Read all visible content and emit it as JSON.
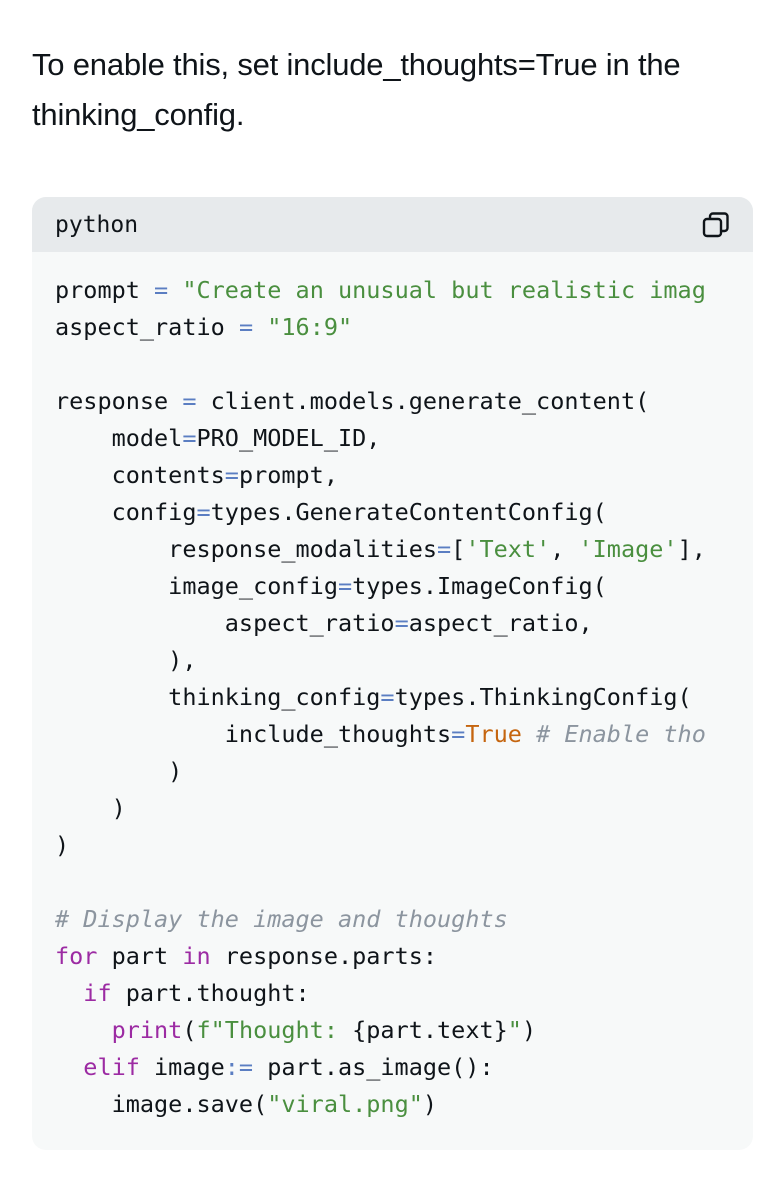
{
  "intro": {
    "line1": "To enable this, set include_thoughts=True in the",
    "line2": "thinking_config."
  },
  "code_block": {
    "language": "python",
    "copy_icon": "copy-icon",
    "colors": {
      "operator": "#5b7ec2",
      "string": "#4a8f3f",
      "keyword": "#9c2ba3",
      "boolean": "#c5650f",
      "comment": "#8c959f",
      "header_bg": "#e7eaec",
      "body_bg": "#f7f9f9"
    },
    "lines": [
      [
        {
          "t": "prompt ",
          "c": "plain"
        },
        {
          "t": "=",
          "c": "op"
        },
        {
          "t": " ",
          "c": "plain"
        },
        {
          "t": "\"Create an unusual but realistic imag",
          "c": "str"
        }
      ],
      [
        {
          "t": "aspect_ratio ",
          "c": "plain"
        },
        {
          "t": "=",
          "c": "op"
        },
        {
          "t": " ",
          "c": "plain"
        },
        {
          "t": "\"16:9\"",
          "c": "str"
        }
      ],
      [],
      [
        {
          "t": "response ",
          "c": "plain"
        },
        {
          "t": "=",
          "c": "op"
        },
        {
          "t": " client.models.generate_content(",
          "c": "plain"
        }
      ],
      [
        {
          "t": "    model",
          "c": "plain"
        },
        {
          "t": "=",
          "c": "op"
        },
        {
          "t": "PRO_MODEL_ID,",
          "c": "plain"
        }
      ],
      [
        {
          "t": "    contents",
          "c": "plain"
        },
        {
          "t": "=",
          "c": "op"
        },
        {
          "t": "prompt,",
          "c": "plain"
        }
      ],
      [
        {
          "t": "    config",
          "c": "plain"
        },
        {
          "t": "=",
          "c": "op"
        },
        {
          "t": "types.GenerateContentConfig(",
          "c": "plain"
        }
      ],
      [
        {
          "t": "        response_modalities",
          "c": "plain"
        },
        {
          "t": "=",
          "c": "op"
        },
        {
          "t": "[",
          "c": "plain"
        },
        {
          "t": "'Text'",
          "c": "str"
        },
        {
          "t": ", ",
          "c": "plain"
        },
        {
          "t": "'Image'",
          "c": "str"
        },
        {
          "t": "],",
          "c": "plain"
        }
      ],
      [
        {
          "t": "        image_config",
          "c": "plain"
        },
        {
          "t": "=",
          "c": "op"
        },
        {
          "t": "types.ImageConfig(",
          "c": "plain"
        }
      ],
      [
        {
          "t": "            aspect_ratio",
          "c": "plain"
        },
        {
          "t": "=",
          "c": "op"
        },
        {
          "t": "aspect_ratio,",
          "c": "plain"
        }
      ],
      [
        {
          "t": "        ),",
          "c": "plain"
        }
      ],
      [
        {
          "t": "        thinking_config",
          "c": "plain"
        },
        {
          "t": "=",
          "c": "op"
        },
        {
          "t": "types.ThinkingConfig(",
          "c": "plain"
        }
      ],
      [
        {
          "t": "            include_thoughts",
          "c": "plain"
        },
        {
          "t": "=",
          "c": "op"
        },
        {
          "t": "True",
          "c": "true"
        },
        {
          "t": " ",
          "c": "plain"
        },
        {
          "t": "# Enable tho",
          "c": "cmt"
        }
      ],
      [
        {
          "t": "        )",
          "c": "plain"
        }
      ],
      [
        {
          "t": "    )",
          "c": "plain"
        }
      ],
      [
        {
          "t": ")",
          "c": "plain"
        }
      ],
      [],
      [
        {
          "t": "# Display the image and thoughts",
          "c": "cmt"
        }
      ],
      [
        {
          "t": "for",
          "c": "kw"
        },
        {
          "t": " part ",
          "c": "plain"
        },
        {
          "t": "in",
          "c": "kw"
        },
        {
          "t": " response.parts:",
          "c": "plain"
        }
      ],
      [
        {
          "t": "  ",
          "c": "plain"
        },
        {
          "t": "if",
          "c": "kw"
        },
        {
          "t": " part.thought:",
          "c": "plain"
        }
      ],
      [
        {
          "t": "    ",
          "c": "plain"
        },
        {
          "t": "print",
          "c": "kw"
        },
        {
          "t": "(",
          "c": "plain"
        },
        {
          "t": "f\"Thought: ",
          "c": "str"
        },
        {
          "t": "{part.text}",
          "c": "plain"
        },
        {
          "t": "\"",
          "c": "str"
        },
        {
          "t": ")",
          "c": "plain"
        }
      ],
      [
        {
          "t": "  ",
          "c": "plain"
        },
        {
          "t": "elif",
          "c": "kw"
        },
        {
          "t": " image",
          "c": "plain"
        },
        {
          "t": ":=",
          "c": "op"
        },
        {
          "t": " part.as_image():",
          "c": "plain"
        }
      ],
      [
        {
          "t": "    image.save(",
          "c": "plain"
        },
        {
          "t": "\"viral.png\"",
          "c": "str"
        },
        {
          "t": ")",
          "c": "plain"
        }
      ]
    ]
  }
}
